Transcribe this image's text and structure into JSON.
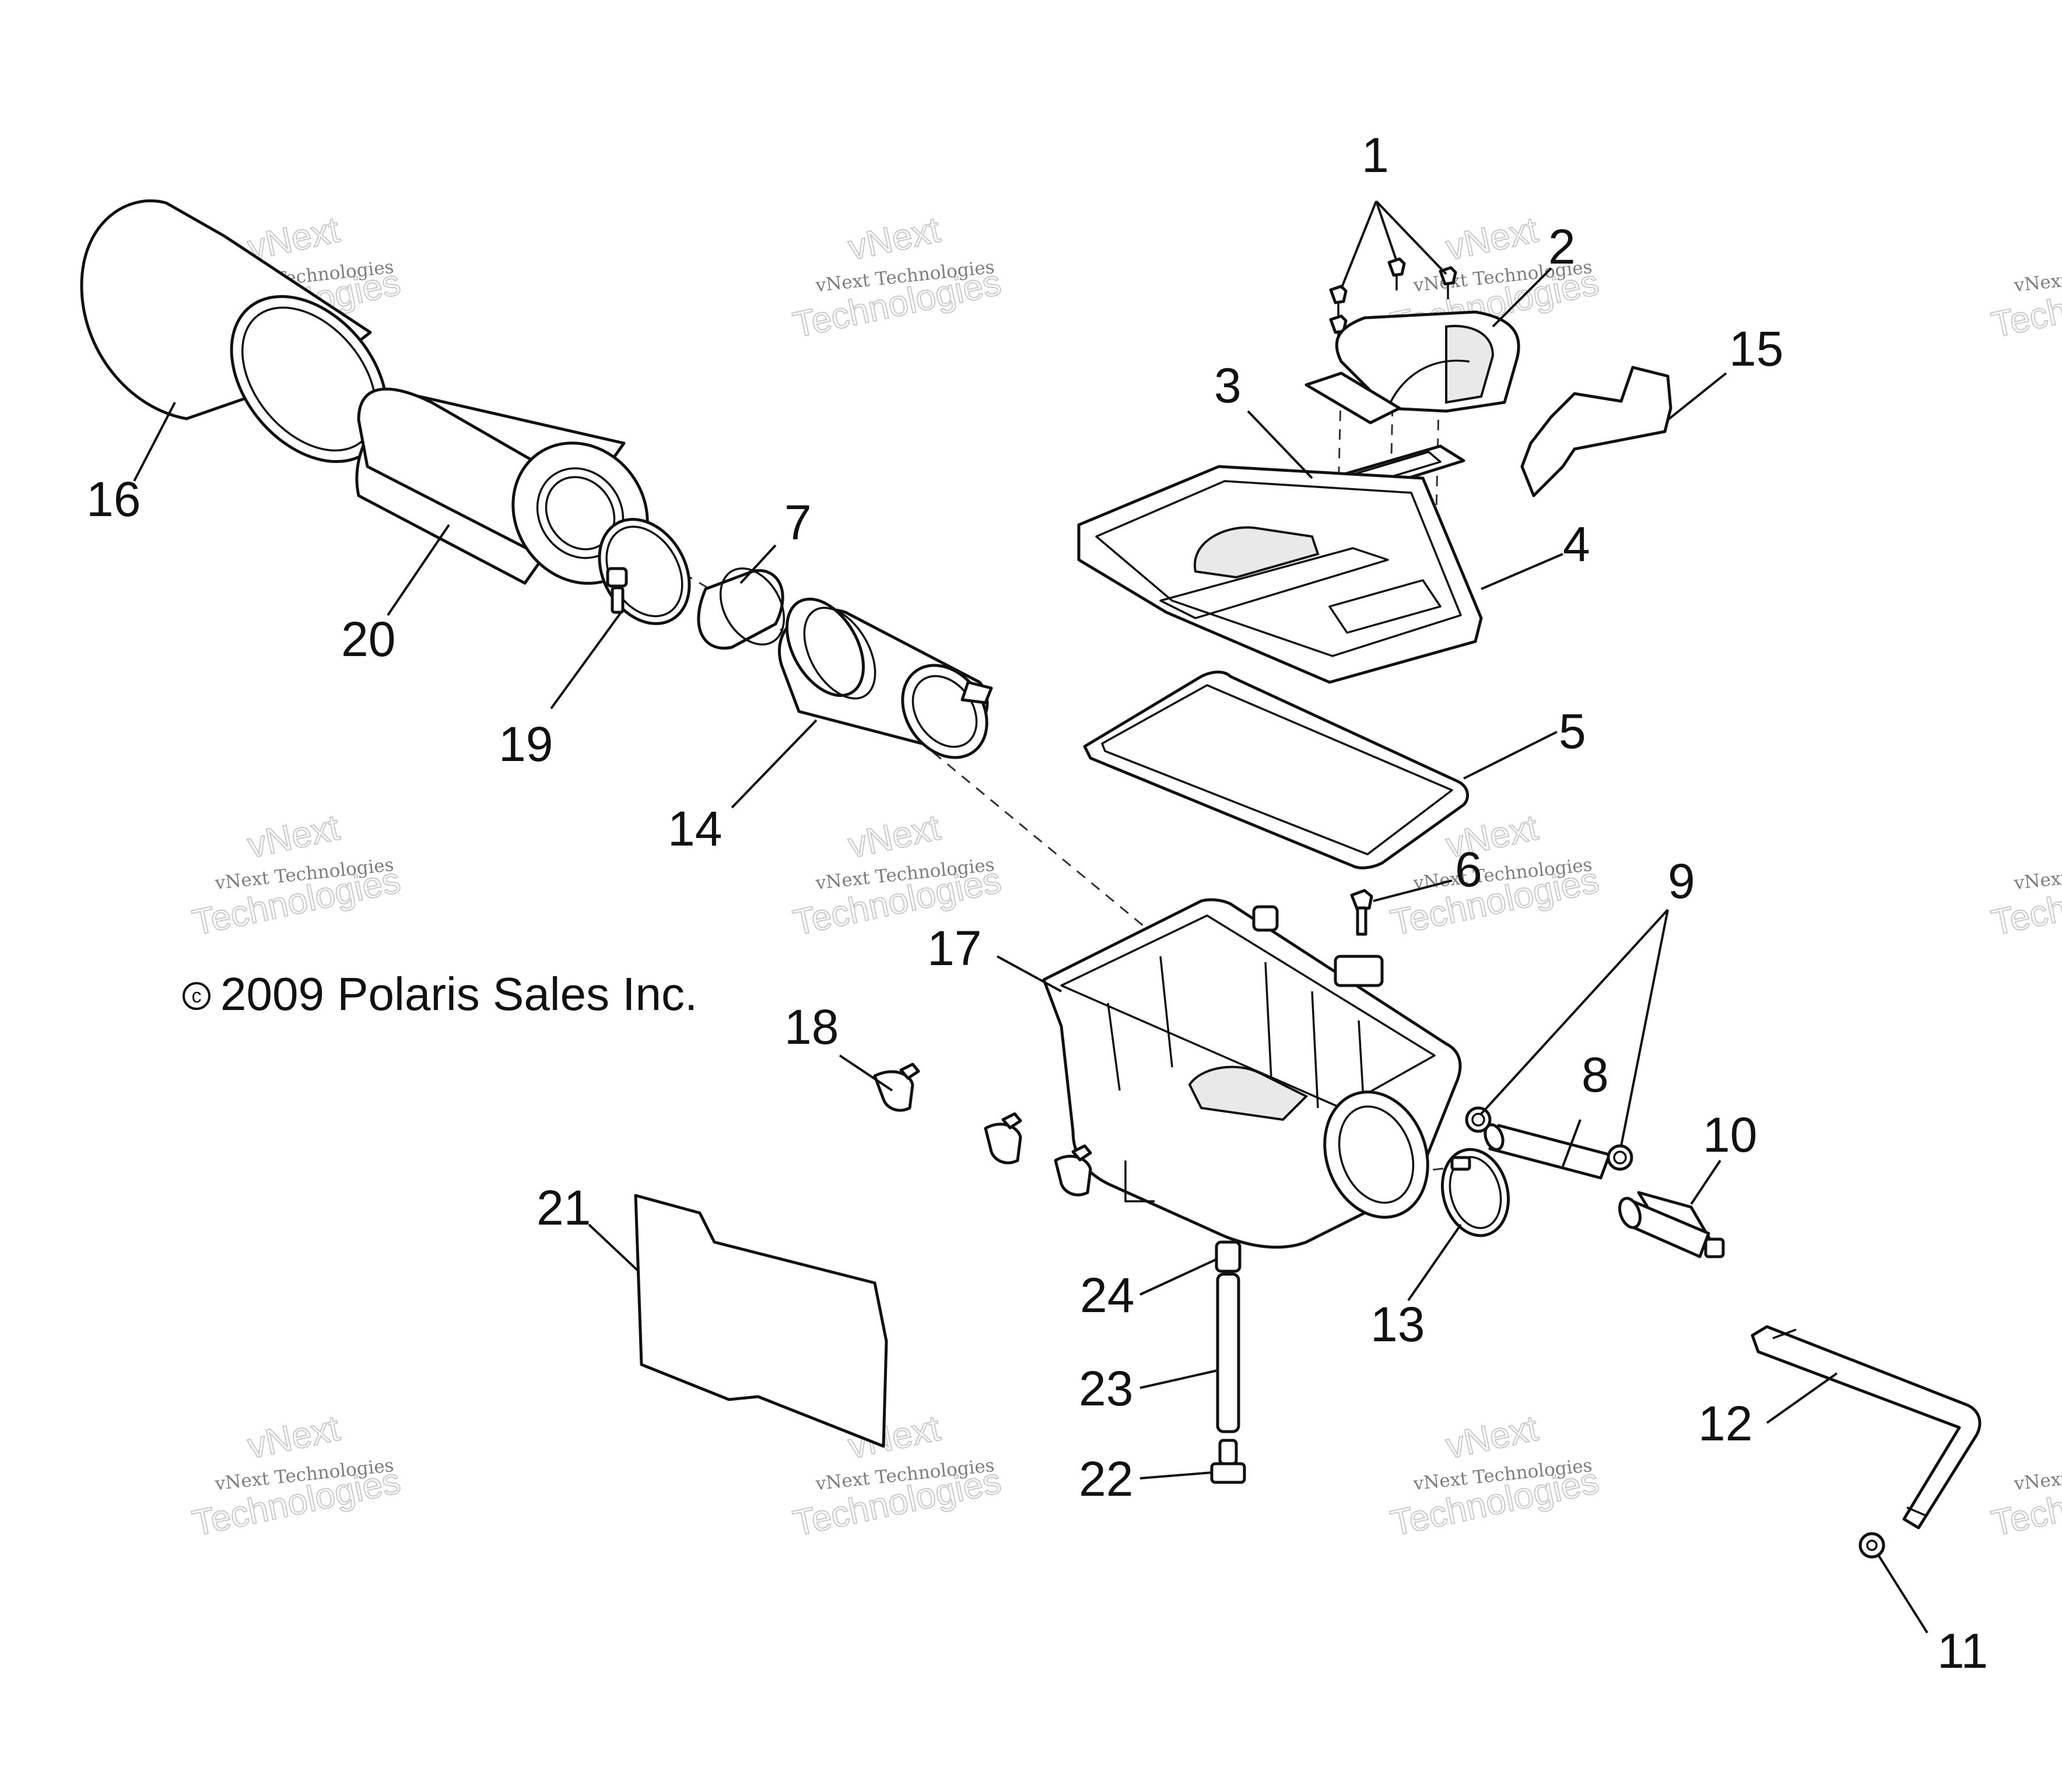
{
  "diagram": {
    "copyright_symbol": "c",
    "copyright_text": "2009 Polaris Sales Inc.",
    "watermark": {
      "line1": "vNext Technologies",
      "line2": "vNext",
      "line3": "Technologies"
    },
    "callouts": [
      "1",
      "2",
      "3",
      "4",
      "5",
      "6",
      "7",
      "8",
      "9",
      "10",
      "11",
      "12",
      "13",
      "14",
      "15",
      "16",
      "17",
      "18",
      "19",
      "20",
      "21",
      "22",
      "23",
      "24"
    ]
  }
}
